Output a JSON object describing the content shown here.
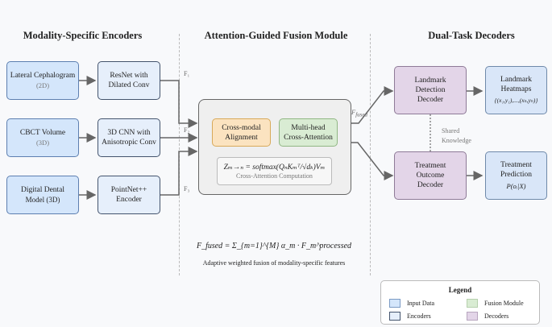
{
  "sections": {
    "encoders": "Modality-Specific Encoders",
    "fusion": "Attention-Guided Fusion Module",
    "decoders": "Dual-Task Decoders"
  },
  "inputs": [
    {
      "label": "Lateral Cephalogram",
      "sub": "(2D)"
    },
    {
      "label": "CBCT Volume",
      "sub": "(3D)"
    },
    {
      "label": "Digital Dental",
      "sub": "Model (3D)"
    }
  ],
  "encoders": [
    {
      "line1": "ResNet with",
      "line2": "Dilated Conv"
    },
    {
      "line1": "3D CNN with",
      "line2": "Anisotropic Conv"
    },
    {
      "line1": "PointNet++",
      "line2": "Encoder"
    }
  ],
  "features": [
    "F₁",
    "F₂",
    "F₃"
  ],
  "fusion": {
    "align_line1": "Cross-modal",
    "align_line2": "Alignment",
    "mha_line1": "Multi-head",
    "mha_line2": "Cross-Attention",
    "attention_formula": "Zₘ→ₙ = softmax(QₙKₘᵀ/√dₖ)Vₘ",
    "attention_caption": "Cross-Attention Computation",
    "fused_label": "F",
    "fused_sub": "fused",
    "weighted_formula": "F_fused = Σ_{m=1}^{M} α_m · F_m^processed",
    "weighted_caption": "Adaptive weighted fusion of modality-specific features"
  },
  "decoders": [
    {
      "line1": "Landmark",
      "line2": "Detection",
      "line3": "Decoder"
    },
    {
      "line1": "Treatment",
      "line2": "Outcome",
      "line3": "Decoder"
    }
  ],
  "outputs": [
    {
      "line1": "Landmark",
      "line2": "Heatmaps",
      "formula": "{(x₁,y₁),...,(xₙ,yₙ)}"
    },
    {
      "line1": "Treatment",
      "line2": "Prediction",
      "formula": "P(oᵢ|X)"
    }
  ],
  "shared": {
    "line1": "Shared",
    "line2": "Knowledge"
  },
  "legend": {
    "title": "Legend",
    "items": [
      {
        "label": "Input Data",
        "color": "#d4e6fb"
      },
      {
        "label": "Encoders",
        "color": "#e6effb"
      },
      {
        "label": "Fusion Module",
        "color": "#d9ecd3"
      },
      {
        "label": "Decoders",
        "color": "#e3d5e8"
      }
    ]
  }
}
